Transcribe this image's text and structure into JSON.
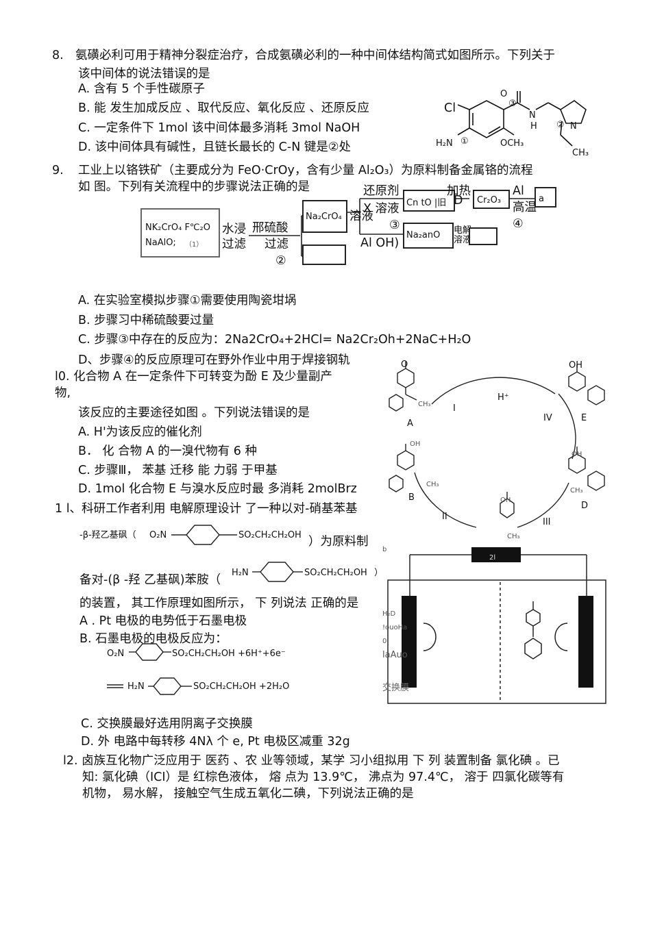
{
  "q8": {
    "num": "8.",
    "stem1": "氨磺必利可用于精神分裂症治疗，合成氨磺必利的一种中间体结构简式如图所示。下列关于",
    "stem2": "该中间体的说法错误的是",
    "A": "A.  含有 5 个手性碳原子",
    "B": "B. 能 发生加成反应 、取代反应、氧化反应 、还原反应",
    "C": "C. 一定条件下  1mol 该中间体最多消耗 3mol NaOH",
    "D": "D.  该中间体具有碱性，且链长最长的 C-N 键是②处",
    "struct": {
      "o": "O",
      "cl": "Cl",
      "nh": "N",
      "h": "H",
      "h2n": "H₂N",
      "och3": "OCH₃",
      "n": "N",
      "ch3": "CH₃",
      "c1": "①",
      "c2": "②",
      "c3": "③"
    }
  },
  "q9": {
    "num": "9.",
    "stem1": "工业上以铬铁矿（主要成分为  FeO·CrOy，含有少量  Al₂O₃）为原料制备金属铬的流程",
    "stem2": "如 图。下列有关流程中的步骤说法正确的是",
    "flow": {
      "in1": "NK₂CrO₄ F℃₂O",
      "in2": "NaAlO;",
      "in3": "（1）",
      "s1a": "水浸",
      "s1b": "过滤",
      "s2a": "邢硫酸",
      "s2b": "过滤",
      "s2c": "②",
      "b1": "Na₂CrO₄",
      "sol": "溶液",
      "r1": "还原剂",
      "r2": "X 溶液",
      "r3": "③",
      "b2": "Cn tO |旧",
      "heat": "加热",
      "d": "D",
      "b3": "Cr₂O₃",
      "al": "Al",
      "ht": "高温",
      "s4": "④",
      "a": "a",
      "aloh": "Al OH)",
      "b4": "Na₂anO",
      "elec": "电解ar",
      "elec2": "溶液"
    },
    "A": "A.  在实验室模拟步骤①需要使用陶瓷坩埚",
    "B": "B.  步骤习中稀硫酸要过量",
    "C": "C.  步骤③中存在的反应为：2Na2CrO₄+2HCl= Na2Cr₂Oh+2NaC+H₂O",
    "D": "D、步骤④的反应原理可在野外作业中用于焊接钢轨"
  },
  "q10": {
    "num": "l0. 化合物 A 在一定条件下可转变为酚 E 及少量副产",
    "stem2": "物,",
    "stem3": "该反应的主要途径如图 。下列说法错误的是",
    "A": "A.  H'为该反应的催化剂",
    "B": "B．  化 合物 A 的一溴代物有 6 种",
    "C": "C.   步骤Ⅲ， 苯基 迁移 能 力弱 于甲基",
    "D": "D.    1mol 化合物 E 与溴水反应时最 多消耗 2molBrz",
    "cycle": {
      "A": "A",
      "B": "B",
      "D": "D",
      "E": "E",
      "I": "I",
      "II": "II",
      "III": "III",
      "IV": "IV",
      "H": "H⁺",
      "oh": "OH",
      "o": "O",
      "ch3": "CH₃"
    }
  },
  "q11": {
    "num": "1 l、科研工作者利用 电解原理设计  了一种以对-硝基苯基",
    "line2a": "-β-羟乙基砜（",
    "o2n": "O₂N",
    "so2": "SO₂CH₂CH₂OH",
    "line2b": "）为原料制",
    "line3a": "备对-(β  -羟  乙基砜)苯胺（",
    "h2n": "H₂N",
    "line3b": "）",
    "line4": "的装置， 其工作原理如图所示， 下 列说法  正确的是",
    "A": "A . Pt 电极的电势低于石墨电极",
    "B": "B.  石墨电极的电极反应为：",
    "eq1": "SO₂CH₂CH₂OH +6H⁺+6e⁻",
    "eq2": "SO₂CH₂CH₂OH +2H₂O",
    "C": "C. 交换膜最好选用阴离子交换膜",
    "D": "D.  外 电路中每转移 4Nλ 个 e,  Pt 电极区减重 32g",
    "cell": {
      "b": "b",
      "src": "2l",
      "h2o": "H₂D",
      "l1": "!ouoHa",
      "l2": "0",
      "l3": "laAuo",
      "mem": "交换膜"
    }
  },
  "q12": {
    "line1": "l2.  卤族互化物广泛应用于 医药 、农 业等领域，某学 习小组拟用 下 列 装置制备 氯化碘 。已",
    "line2": "知:   氯化碘（ICI）是 红棕色液体，  熔 点为 13.9℃，  沸点为 97.4℃，  溶于 四氯化碳等有",
    "line3": "机物，    易水解， 接触空气生成五氧化二碘，下列说法正确的是"
  }
}
